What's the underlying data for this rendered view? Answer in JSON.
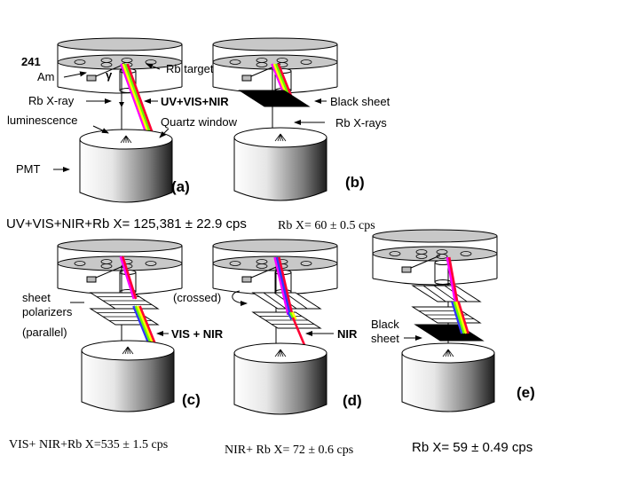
{
  "figure": {
    "panels": [
      {
        "id": "a",
        "tag": "(a)",
        "filter": "none",
        "beams": [
          "UV",
          "VIS",
          "NIR"
        ],
        "result": "UV+VIS+NIR+Rb X= 125,381 ± 22.9 cps",
        "count_cps": 125381,
        "uncertainty_cps": 22.9
      },
      {
        "id": "b",
        "tag": "(b)",
        "filter": "black sheet",
        "result": "Rb X= 60 ± 0.5 cps",
        "count_cps": 60,
        "uncertainty_cps": 0.5
      },
      {
        "id": "c",
        "tag": "(c)",
        "filter": "sheet polarizers (parallel)",
        "result": "VIS+ NIR+Rb X=535 ± 1.5 cps",
        "count_cps": 535,
        "uncertainty_cps": 1.5
      },
      {
        "id": "d",
        "tag": "(d)",
        "filter": "sheet polarizers (crossed)",
        "result": "NIR+ Rb X= 72 ± 0.6 cps",
        "count_cps": 72,
        "uncertainty_cps": 0.6
      },
      {
        "id": "e",
        "tag": "(e)",
        "filter": "polarizers + black sheet",
        "result": "Rb X= 59 ± 0.49 cps",
        "count_cps": 59,
        "uncertainty_cps": 0.49
      }
    ],
    "labels": {
      "am_mass": "241",
      "am": "Am",
      "gamma": "γ",
      "rb_target": "Rb target",
      "rb_xray": "Rb X-ray",
      "uv_vis_nir": "UV+VIS+NIR",
      "luminescence": "luminescence",
      "quartz_window": "Quartz  window",
      "pmt": "PMT",
      "black_sheet_b": "Black sheet",
      "rb_xrays": "Rb X-rays",
      "sheet": "sheet",
      "polarizers": "polarizers",
      "parallel": "(parallel)",
      "crossed": "(crossed)",
      "vis_nir": "VIS + NIR",
      "nir": "NIR",
      "black_e1": "Black",
      "black_e2": "sheet"
    },
    "colors": {
      "uv": "#ff00ff",
      "red": "#ff0033",
      "yellow": "#ffff00",
      "green": "#66ff00",
      "blue": "#3333ff",
      "housing_gray": "#c8c8c8"
    }
  }
}
